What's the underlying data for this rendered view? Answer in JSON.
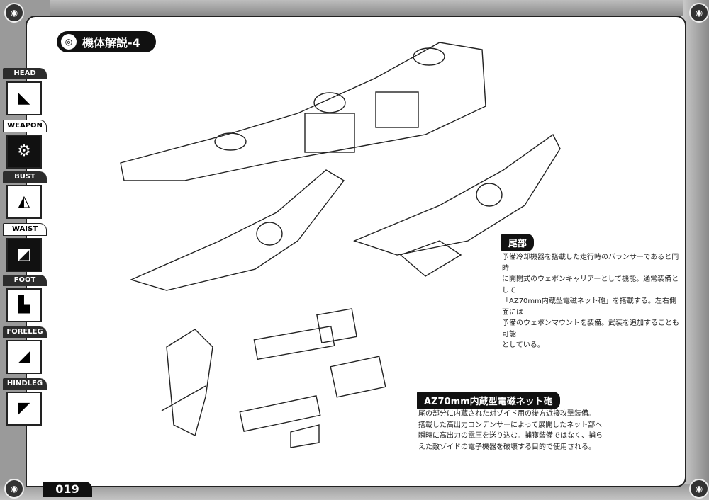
{
  "header": {
    "title": "機体解説-4"
  },
  "sidebar": {
    "tabs": [
      {
        "label": "HEAD",
        "icon": "head-icon",
        "active": false
      },
      {
        "label": "WEAPON",
        "icon": "weapon-icon",
        "active": true
      },
      {
        "label": "BUST",
        "icon": "bust-icon",
        "active": false
      },
      {
        "label": "WAIST",
        "icon": "waist-icon",
        "active": false
      },
      {
        "label": "FOOT",
        "icon": "foot-icon",
        "active": false
      },
      {
        "label": "FORELEG",
        "icon": "foreleg-icon",
        "active": false
      },
      {
        "label": "HINDLEG",
        "icon": "hindleg-icon",
        "active": false
      }
    ]
  },
  "sections": [
    {
      "title": "尾部",
      "body": "予備冷却機器を搭載した走行時のバランサーであると同時\nに開閉式のウェポンキャリアーとして機能。通常装備として\n「AZ70mm内蔵型電磁ネット砲」を搭載する。左右側面には\n予備のウェポンマウントを装備。武装を追加することも可能\nとしている。"
    },
    {
      "title": "AZ70mm内蔵型電磁ネット砲",
      "body": "尾の部分に内蔵された対ゾイド用の後方近接攻撃装備。\n搭載した高出力コンデンサーによって展開したネット部へ\n瞬時に高出力の電圧を送り込む。捕獲装備ではなく、捕ら\nえた敵ゾイドの電子機器を破壊する目的で使用される。"
    }
  ],
  "footer": {
    "page_number": "019"
  }
}
